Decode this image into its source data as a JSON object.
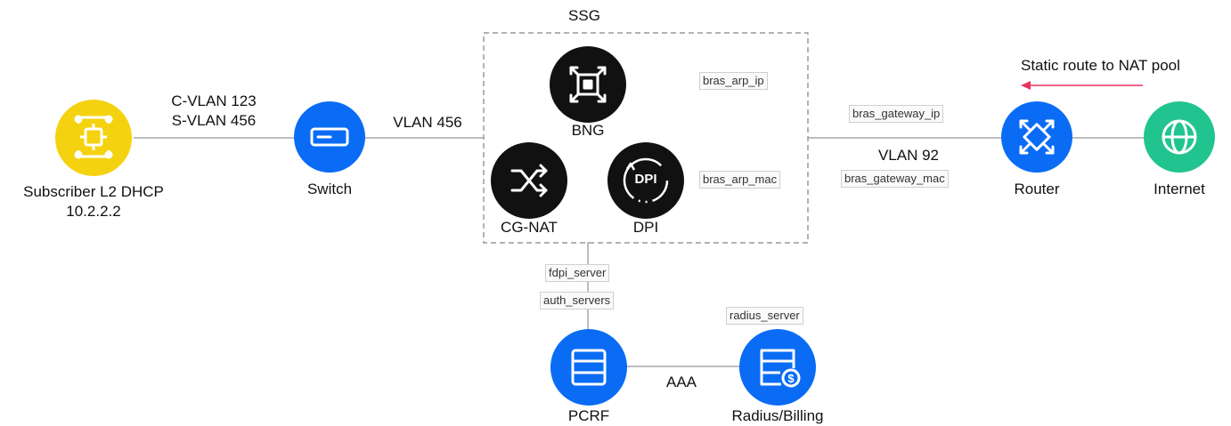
{
  "diagram": {
    "title": "SSG",
    "colors": {
      "blue": "#0a6cf5",
      "yellow": "#f5d20f",
      "green": "#21c48f",
      "black": "#111111",
      "line": "#bdbdbd",
      "arrow": "#e8325c",
      "dashed": "#9a9a9a"
    },
    "nodes": {
      "subscriber": {
        "label_line1": "Subscriber L2 DHCP",
        "label_line2": "10.2.2.2",
        "icon": "subscriber-network-icon"
      },
      "switch": {
        "label": "Switch",
        "icon": "switch-icon"
      },
      "bng": {
        "label": "BNG",
        "icon": "bng-icon"
      },
      "cgnat": {
        "label": "CG-NAT",
        "icon": "shuffle-icon"
      },
      "dpi": {
        "label": "DPI",
        "icon": "dpi-icon",
        "badge": "DPI"
      },
      "router": {
        "label": "Router",
        "icon": "router-icon"
      },
      "internet": {
        "label": "Internet",
        "icon": "globe-icon"
      },
      "pcrf": {
        "label": "PCRF",
        "icon": "server-icon"
      },
      "billing": {
        "label": "Radius/Billing",
        "icon": "billing-server-icon"
      }
    },
    "links": {
      "sub_switch_line1": "C-VLAN 123",
      "sub_switch_line2": "S-VLAN 456",
      "switch_ssg": "VLAN 456",
      "ssg_router": "VLAN 92",
      "pcrf_billing": "AAA",
      "static_route": "Static route to NAT pool"
    },
    "tags": {
      "bras_arp_ip": "bras_arp_ip",
      "bras_arp_mac": "bras_arp_mac",
      "bras_gateway_ip": "bras_gateway_ip",
      "bras_gateway_mac": "bras_gateway_mac",
      "fdpi_server": "fdpi_server",
      "auth_servers": "auth_servers",
      "radius_server": "radius_server"
    }
  }
}
